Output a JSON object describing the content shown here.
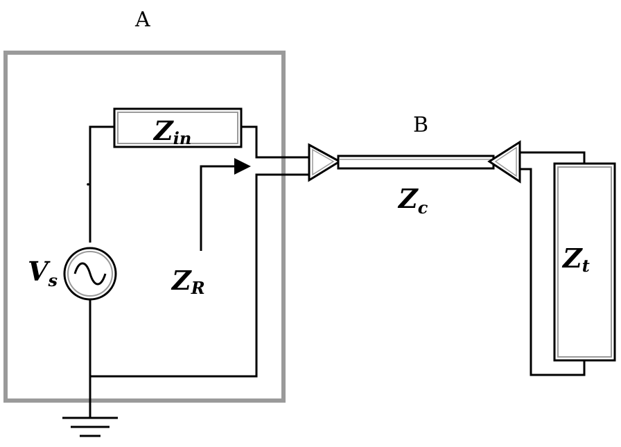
{
  "labels": {
    "region_a": "A",
    "region_b": "B",
    "z_in": {
      "main": "Z",
      "sub": "in"
    },
    "z_c": {
      "main": "Z",
      "sub": "c"
    },
    "z_r": {
      "main": "Z",
      "sub": "R"
    },
    "z_t": {
      "main": "Z",
      "sub": "t"
    },
    "v_s": {
      "main": "V",
      "sub": "s"
    }
  },
  "colors": {
    "wire": "#000000",
    "enclosure": "#9a9a9a",
    "background": "#ffffff"
  }
}
